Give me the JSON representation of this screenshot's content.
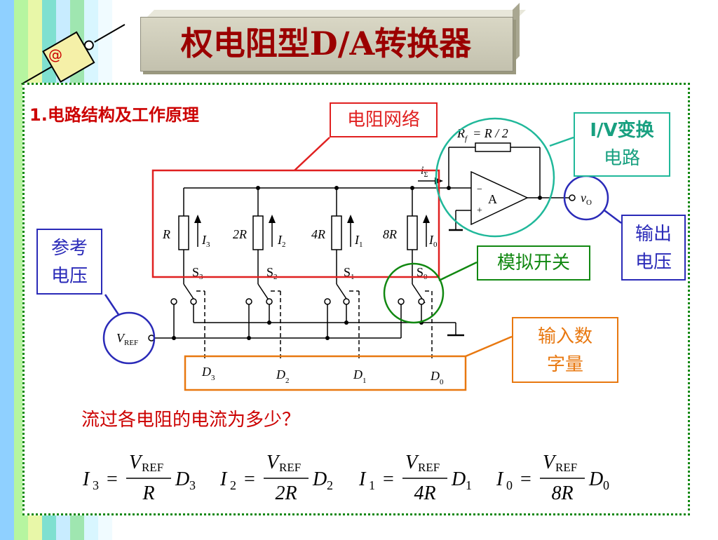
{
  "title": "权电阻型D/A转换器",
  "heading": "1.电路结构及工作原理",
  "question": "流过各电阻的电流为多少？",
  "logo_symbol": "@",
  "callouts": {
    "resistor_network": "电阻网络",
    "iv_conversion_line1": "I/V变换",
    "iv_conversion_line2": "电路",
    "output_voltage_line1": "输出",
    "output_voltage_line2": "电压",
    "reference_voltage_line1": "参考",
    "reference_voltage_line2": "电压",
    "analog_switch": "模拟开关",
    "input_digital_line1": "输入数",
    "input_digital_line2": "字量"
  },
  "colors": {
    "title_text": "#9b0000",
    "panel_border": "#118811",
    "red": "#cc0000",
    "network_box": "#e02020",
    "iv_box": "#20b89a",
    "output_box": "#2a2ab8",
    "switch_box": "#118811",
    "input_box": "#e87810"
  },
  "circuit": {
    "feedback_resistor": {
      "symbol": "R",
      "subscript": "f",
      "relation": "= R / 2"
    },
    "summing_current": {
      "symbol": "i",
      "subscript": "Σ"
    },
    "opamp_label": "A",
    "opamp_minus": "−",
    "opamp_plus": "+",
    "output": {
      "symbol": "v",
      "subscript": "O"
    },
    "reference": {
      "symbol": "V",
      "subscript": "REF"
    },
    "resistors": [
      {
        "value": "R",
        "current": "I",
        "current_sub": "3",
        "switch": "S",
        "switch_sub": "3",
        "digit": "D",
        "digit_sub": "3"
      },
      {
        "value": "2R",
        "current": "I",
        "current_sub": "2",
        "switch": "S",
        "switch_sub": "2",
        "digit": "D",
        "digit_sub": "2"
      },
      {
        "value": "4R",
        "current": "I",
        "current_sub": "1",
        "switch": "S",
        "switch_sub": "1",
        "digit": "D",
        "digit_sub": "1"
      },
      {
        "value": "8R",
        "current": "I",
        "current_sub": "0",
        "switch": "S",
        "switch_sub": "0",
        "digit": "D",
        "digit_sub": "0"
      }
    ]
  },
  "equations": [
    {
      "lhs": "I",
      "lhs_sub": "3",
      "eq": "=",
      "num": "V",
      "num_sub": "REF",
      "den": "R",
      "rhs": "D",
      "rhs_sub": "3"
    },
    {
      "lhs": "I",
      "lhs_sub": "2",
      "eq": "=",
      "num": "V",
      "num_sub": "REF",
      "den": "2R",
      "rhs": "D",
      "rhs_sub": "2"
    },
    {
      "lhs": "I",
      "lhs_sub": "1",
      "eq": "=",
      "num": "V",
      "num_sub": "REF",
      "den": "4R",
      "rhs": "D",
      "rhs_sub": "1"
    },
    {
      "lhs": "I",
      "lhs_sub": "0",
      "eq": "=",
      "num": "V",
      "num_sub": "REF",
      "den": "8R",
      "rhs": "D",
      "rhs_sub": "0"
    }
  ]
}
